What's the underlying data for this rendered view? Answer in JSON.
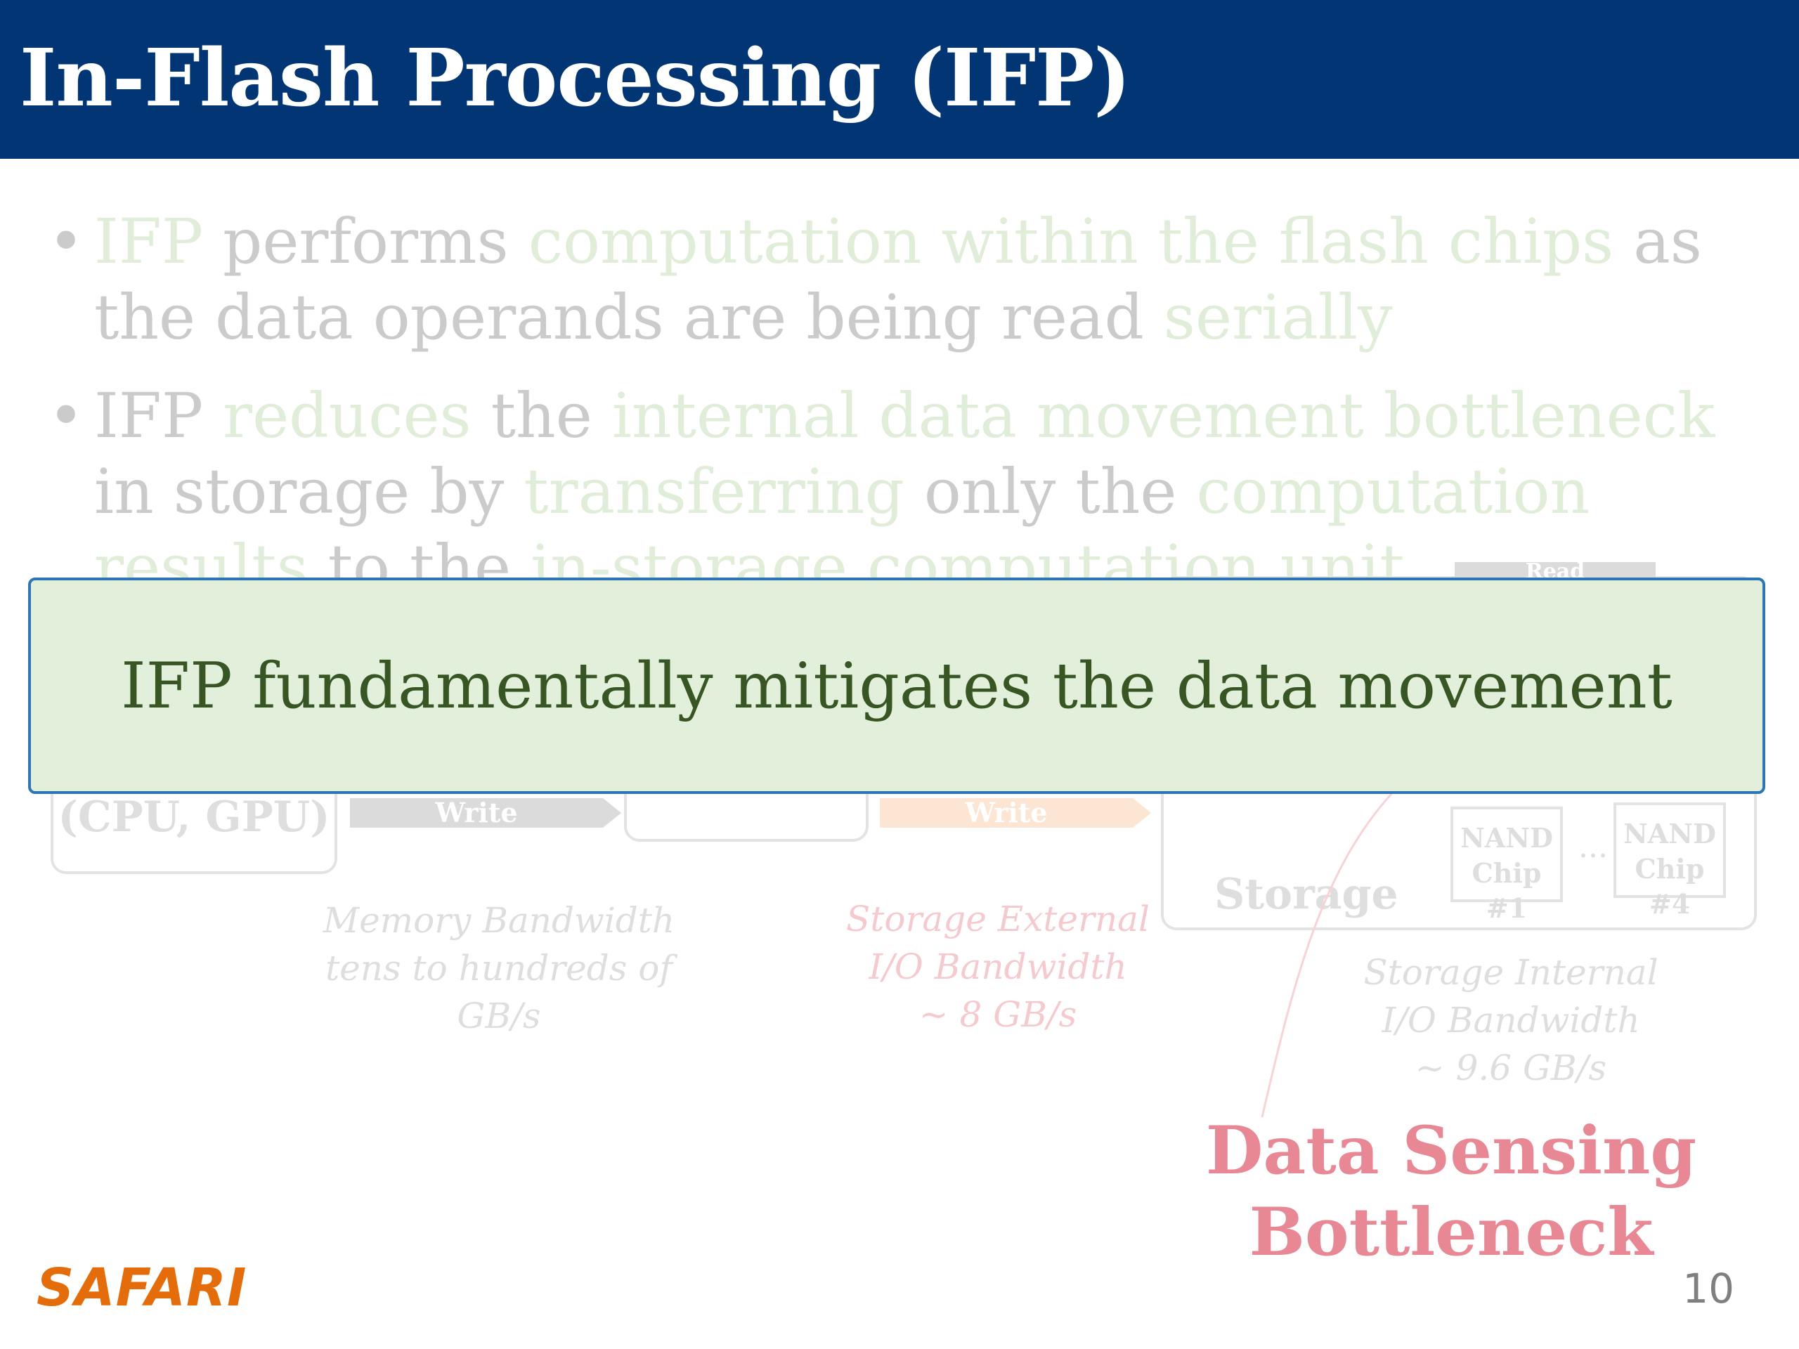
{
  "slide": {
    "title": "In-Flash Processing (IFP)",
    "bullet1": {
      "marker": "•",
      "parts": [
        "IFP",
        " performs ",
        "computation within the flash chips",
        " as the data operands are being read ",
        "serially"
      ]
    },
    "bullet2": {
      "marker": "•",
      "parts": [
        "IFP",
        " ",
        "reduces",
        " the ",
        "internal data movement bottleneck",
        " in storage by ",
        "transferring",
        " only the ",
        "computation results",
        " to the ",
        "in-storage computation unit"
      ]
    },
    "diagram": {
      "compute_label": "(CPU, GPU)",
      "write_left": "Write",
      "write_right": "Write",
      "read_top": "Read",
      "storage_label": "Storage",
      "nand1": "NAND Chip #1",
      "nand_ellipsis": "...",
      "nand4": "NAND Chip #4",
      "memory_bw": [
        "Memory Bandwidth",
        "tens to hundreds of GB/s"
      ],
      "storage_ext_bw": [
        "Storage External",
        "I/O Bandwidth",
        "~ 8 GB/s"
      ],
      "storage_int_bw": [
        "Storage Internal",
        "I/O Bandwidth",
        "~ 9.6 GB/s"
      ],
      "bottleneck": [
        "Data Sensing",
        "Bottleneck"
      ]
    },
    "callout": "IFP fundamentally mitigates the data movement",
    "logo": "SAFARI",
    "page_number": "10"
  }
}
